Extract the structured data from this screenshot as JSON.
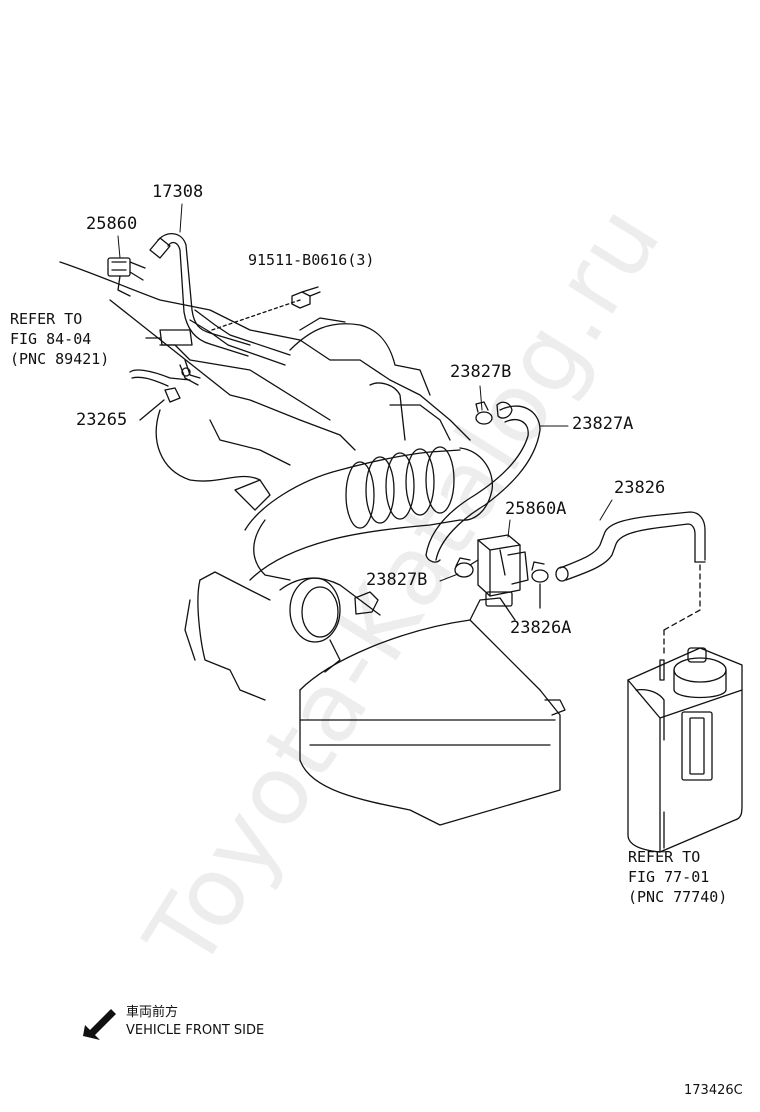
{
  "labels": {
    "p17308": "17308",
    "p25860": "25860",
    "p91511": "91511-B0616(3)",
    "p23265": "23265",
    "p23827B_top": "23827B",
    "p23827A": "23827A",
    "p25860A": "25860A",
    "p23826": "23826",
    "p23827B_mid": "23827B",
    "p23826A": "23826A"
  },
  "refer_left": {
    "line1": "REFER TO",
    "line2": "FIG 84-04",
    "line3": "(PNC 89421)"
  },
  "refer_right": {
    "line1": "REFER TO",
    "line2": "FIG 77-01",
    "line3": "(PNC 77740)"
  },
  "direction": {
    "japanese": "車両前方",
    "english": "VEHICLE FRONT SIDE"
  },
  "figure_id": "173426C",
  "watermark": "Toyota-Katalog.ru"
}
